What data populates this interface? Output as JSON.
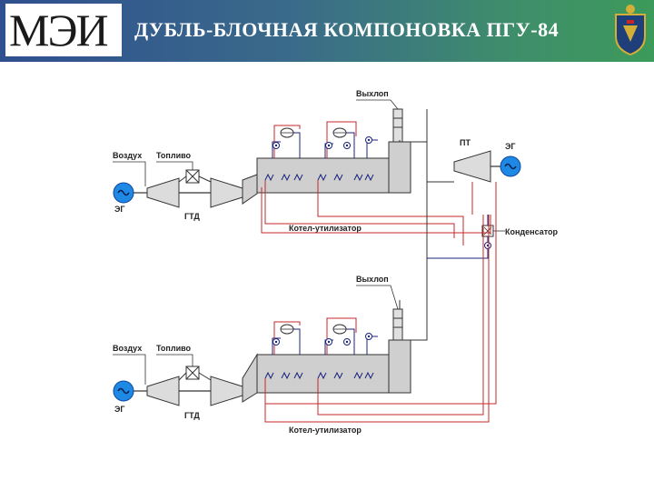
{
  "header": {
    "logo_text": "МЭИ",
    "title": "ДУБЛЬ-БЛОЧНАЯ КОМПОНОВКА ПГУ-84"
  },
  "diagram": {
    "top": {
      "exhaust": "Выхлоп",
      "air": "Воздух",
      "fuel": "Топливо",
      "generator": "ЭГ",
      "gtu": "ГТД",
      "boiler": "Котел-утилизатор"
    },
    "bottom": {
      "exhaust": "Выхлоп",
      "air": "Воздух",
      "fuel": "Топливо",
      "generator": "ЭГ",
      "gtu": "ГТД",
      "boiler": "Котел-утилизатор"
    },
    "turbine": "ПТ",
    "turbine_generator": "ЭГ",
    "condenser": "Конденсатор"
  },
  "colors": {
    "header_left": "#2f4f8f",
    "header_right": "#3c9a5a",
    "water_line": "#1a237e",
    "steam_line": "#c62828",
    "boiler_fill": "#cfcfcf",
    "generator_fill": "#1e88e5"
  }
}
